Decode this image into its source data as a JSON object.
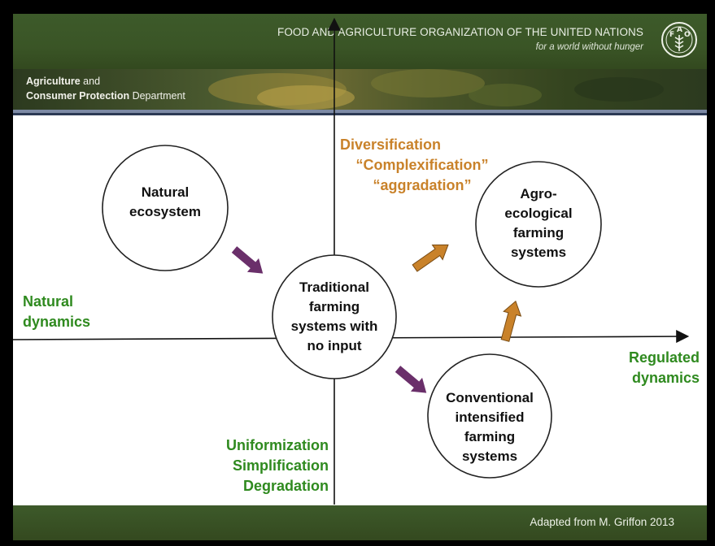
{
  "header": {
    "org_name": "FOOD AND AGRICULTURE ORGANIZATION OF THE UNITED NATIONS",
    "tagline": "for a world without hunger",
    "logo_icon": "fao-logo-icon",
    "department_line1_bold": "Agriculture",
    "department_line1_rest": " and",
    "department_line2_bold": "Consumer Protection",
    "department_line2_rest": " Department"
  },
  "diagram": {
    "nodes": {
      "natural_ecosystem": [
        "Natural",
        "ecosystem"
      ],
      "traditional": [
        "Traditional",
        "farming",
        "systems with",
        "no input"
      ],
      "agroecological": [
        "Agro-",
        "ecological",
        "farming",
        "systems"
      ],
      "conventional": [
        "Conventional",
        "intensified",
        "farming",
        "systems"
      ]
    },
    "axis_labels": {
      "natural_dynamics": [
        "Natural",
        "dynamics"
      ],
      "regulated_dynamics": [
        "Regulated",
        "dynamics"
      ],
      "diversification": [
        "Diversification",
        "“Complexification”",
        "“aggradation”"
      ],
      "uniformization": [
        "Uniformization",
        "Simplification",
        "Degradation"
      ]
    },
    "colors": {
      "green_text": "#2f8a1f",
      "orange_text": "#c9822a",
      "purple_arrow": "#6a2f6a",
      "orange_arrow": "#c9822a",
      "dark_green": "#3a5526"
    }
  },
  "footer": {
    "credit": "Adapted from M. Griffon 2013"
  }
}
